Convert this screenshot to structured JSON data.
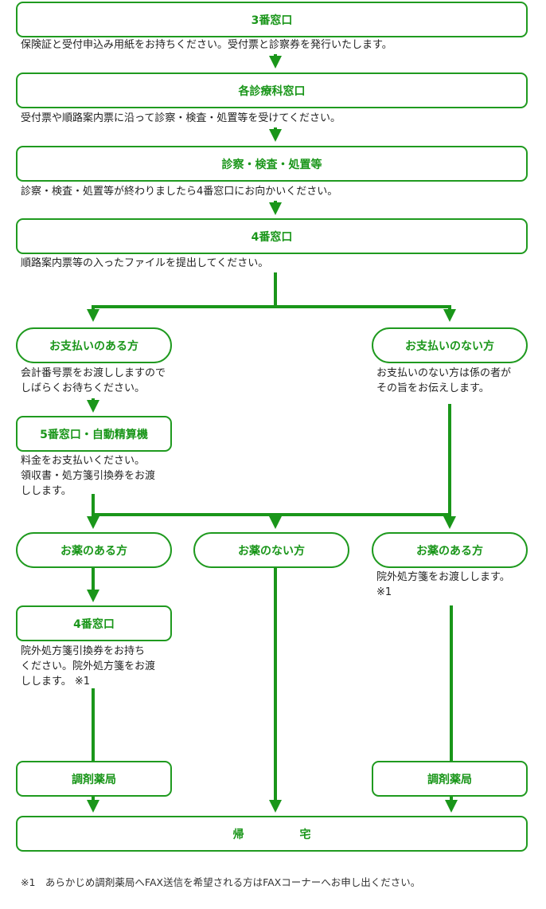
{
  "steps": {
    "s1": {
      "title": "3番窓口",
      "note": "保険証と受付申込み用紙をお持ちください。受付票と診察券を発行いたします。"
    },
    "s2": {
      "title": "各診療科窓口",
      "note": "受付票や順路案内票に沿って診察・検査・処置等を受けてください。"
    },
    "s3": {
      "title": "診察・検査・処置等",
      "note": "診察・検査・処置等が終わりましたら4番窓口にお向かいください。"
    },
    "s4": {
      "title": "4番窓口",
      "note": "順路案内票等の入ったファイルを提出してください。"
    },
    "pay_yes": {
      "title": "お支払いのある方",
      "note": "会計番号票をお渡ししますので\nしばらくお待ちください。"
    },
    "pay_no": {
      "title": "お支払いのない方",
      "note": "お支払いのない方は係の者が\nその旨をお伝えします。"
    },
    "cashier": {
      "title": "5番窓口・自動精算機",
      "note": "料金をお支払いください。\n領収書・処方箋引換券をお渡\nしします。"
    },
    "med_yes_left": {
      "title": "お薬のある方"
    },
    "med_no": {
      "title": "お薬のない方"
    },
    "med_yes_right": {
      "title": "お薬のある方",
      "note": "院外処方箋をお渡しします。\n※1"
    },
    "window4b": {
      "title": "4番窓口",
      "note": "院外処方箋引換券をお持ち\nください。院外処方箋をお渡\nしします。 ※1"
    },
    "pharmacy_left": {
      "title": "調剤薬局"
    },
    "pharmacy_right": {
      "title": "調剤薬局"
    },
    "home": {
      "title": "帰　　　　　宅"
    }
  },
  "footnote": "※1　あらかじめ調剤薬局へFAX送信を希望される方はFAXコーナーへお申し出ください。",
  "colors": {
    "accent": "#1f9a1f"
  }
}
